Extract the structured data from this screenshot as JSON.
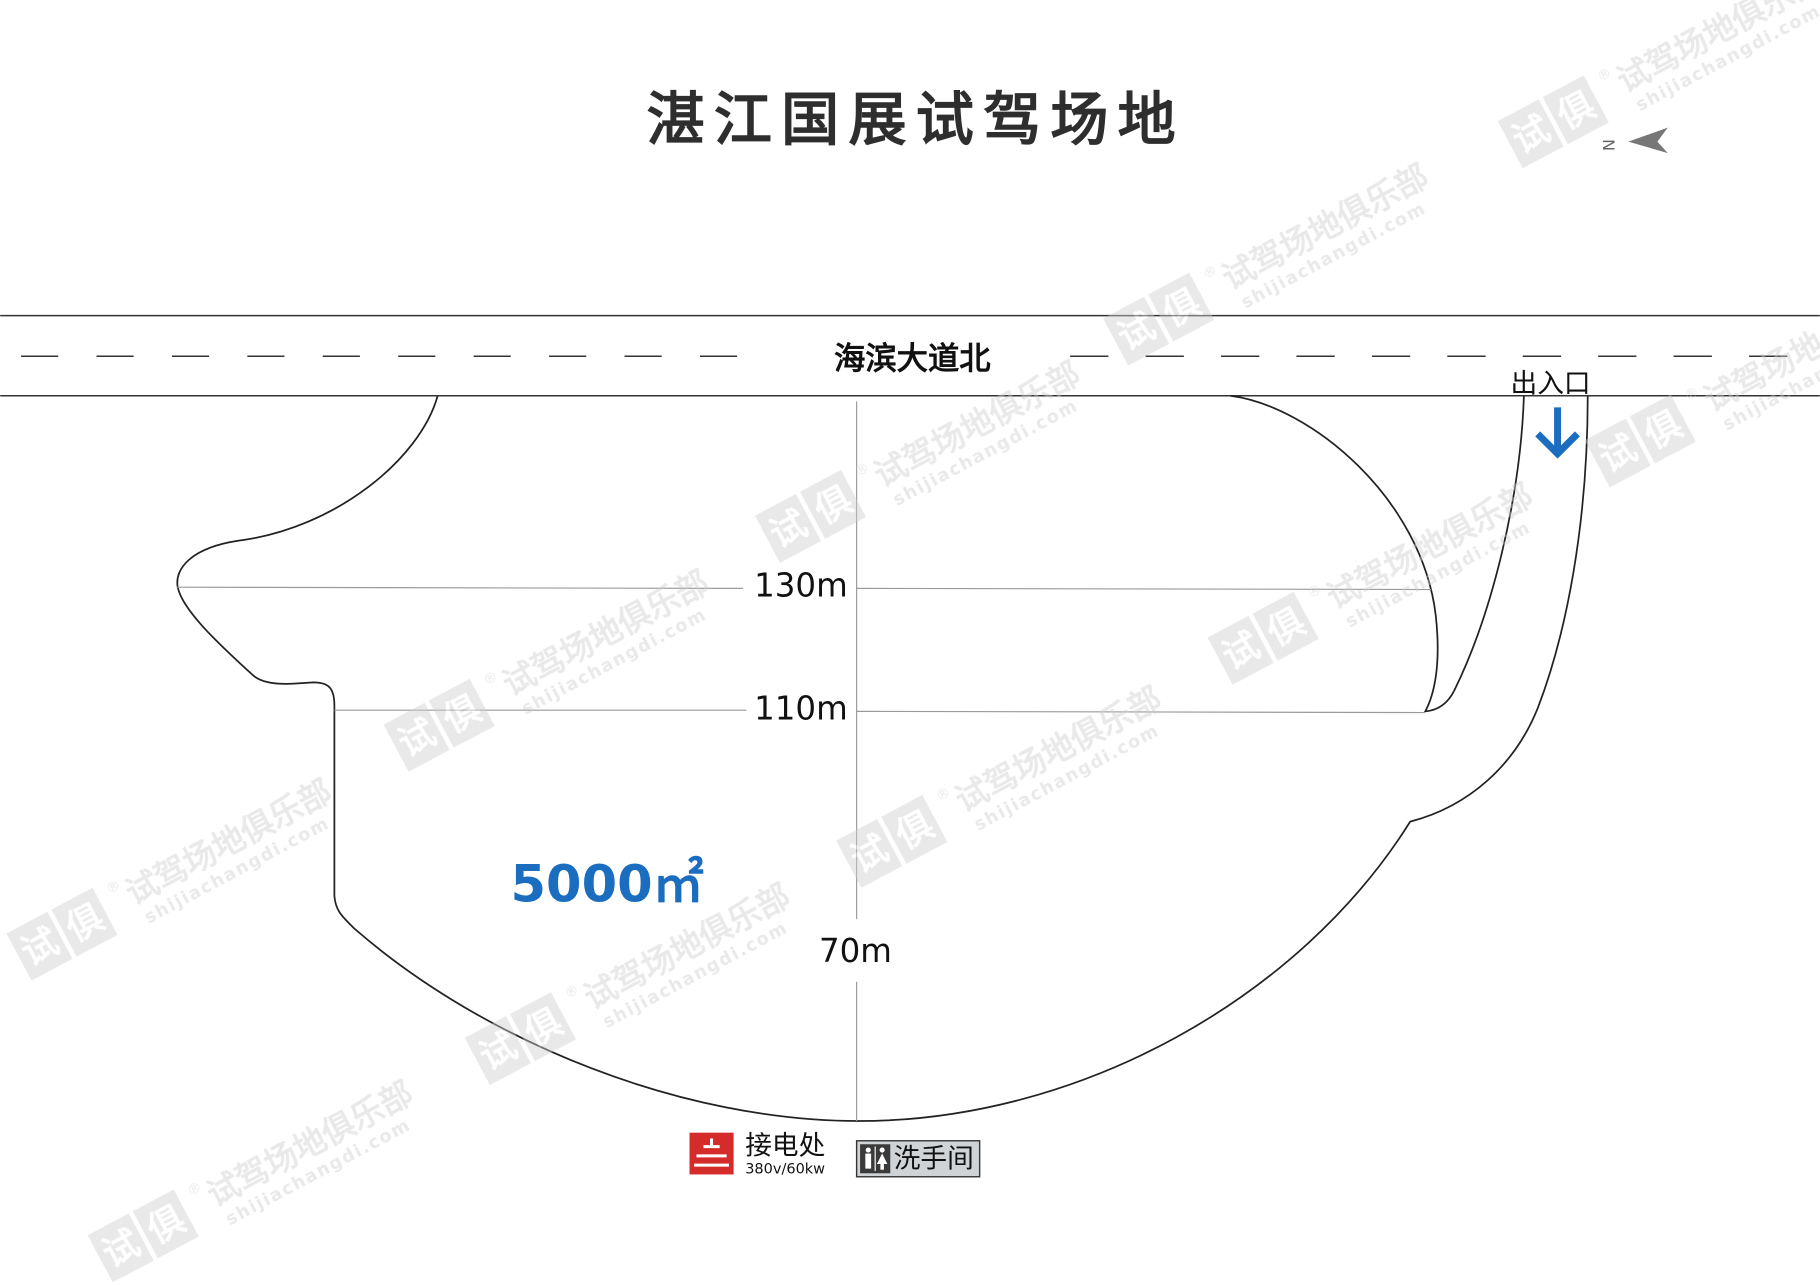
{
  "title": "湛江国展试驾场地",
  "compass": {
    "north_label": "N",
    "icon": "north-arrow-icon",
    "color": "#777777"
  },
  "road": {
    "name": "海滨大道北"
  },
  "entrance": {
    "label": "出入口",
    "icon": "down-arrow-icon",
    "color": "#1b6dbf"
  },
  "venue": {
    "area": "5000㎡",
    "area_color": "#1b6dbf",
    "dimensions": {
      "width_upper": "130m",
      "width_lower": "110m",
      "depth": "70m"
    }
  },
  "legend": [
    {
      "icon": "power-outlet-icon",
      "label": "接电处",
      "detail": "380v/60kw",
      "color": "#d42b2b"
    },
    {
      "icon": "restroom-icon",
      "label": "洗手间"
    }
  ],
  "watermark": {
    "char1": "试",
    "char2": "俱",
    "registered": "®",
    "brand": "试驾场地俱乐部",
    "site": "shijiachangdi.com"
  }
}
